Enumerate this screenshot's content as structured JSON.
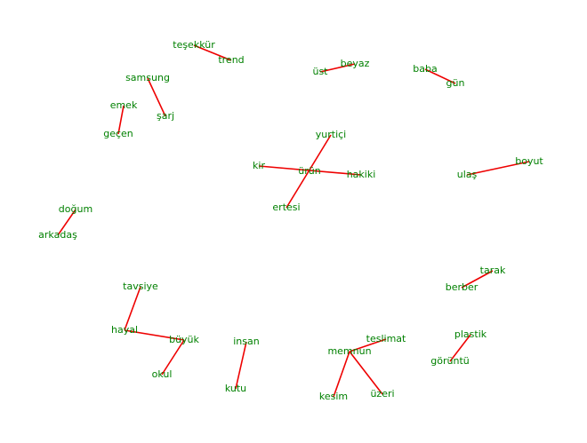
{
  "style": {
    "edge_color": "#ee0000",
    "label_color": "#008000",
    "background": "#ffffff"
  },
  "graph": {
    "nodes": [
      {
        "id": "tesekkur",
        "label": "teşekkür"
      },
      {
        "id": "trend",
        "label": "trend"
      },
      {
        "id": "samsung",
        "label": "samsung"
      },
      {
        "id": "sarj",
        "label": "şarj"
      },
      {
        "id": "emek",
        "label": "emek"
      },
      {
        "id": "gecen",
        "label": "geçen"
      },
      {
        "id": "ust",
        "label": "üst"
      },
      {
        "id": "beyaz",
        "label": "beyaz"
      },
      {
        "id": "baba",
        "label": "baba"
      },
      {
        "id": "gun",
        "label": "gün"
      },
      {
        "id": "yurtici",
        "label": "yurtiçi"
      },
      {
        "id": "kir",
        "label": "kir"
      },
      {
        "id": "urun",
        "label": "ürün"
      },
      {
        "id": "hakiki",
        "label": "hakiki"
      },
      {
        "id": "ertesi",
        "label": "ertesi"
      },
      {
        "id": "boyut",
        "label": "boyut"
      },
      {
        "id": "ulas",
        "label": "ulaş"
      },
      {
        "id": "dogum",
        "label": "doğum"
      },
      {
        "id": "arkadas",
        "label": "arkadaş"
      },
      {
        "id": "tarak",
        "label": "tarak"
      },
      {
        "id": "berber",
        "label": "berber"
      },
      {
        "id": "tavsiye",
        "label": "tavsiye"
      },
      {
        "id": "hayal",
        "label": "hayal"
      },
      {
        "id": "buyuk",
        "label": "büyük"
      },
      {
        "id": "okul",
        "label": "okul"
      },
      {
        "id": "insan",
        "label": "insan"
      },
      {
        "id": "kutu",
        "label": "kutu"
      },
      {
        "id": "teslimat",
        "label": "teslimat"
      },
      {
        "id": "memnun",
        "label": "memnun"
      },
      {
        "id": "kesim",
        "label": "kesim"
      },
      {
        "id": "uzeri",
        "label": "üzeri"
      },
      {
        "id": "plastik",
        "label": "plastik"
      },
      {
        "id": "goruntu",
        "label": "görüntü"
      }
    ],
    "edges": [
      [
        "tesekkur",
        "trend"
      ],
      [
        "samsung",
        "sarj"
      ],
      [
        "emek",
        "gecen"
      ],
      [
        "ust",
        "beyaz"
      ],
      [
        "baba",
        "gun"
      ],
      [
        "yurtici",
        "ertesi"
      ],
      [
        "kir",
        "hakiki"
      ],
      [
        "boyut",
        "ulas"
      ],
      [
        "dogum",
        "arkadas"
      ],
      [
        "tarak",
        "berber"
      ],
      [
        "tavsiye",
        "hayal"
      ],
      [
        "hayal",
        "buyuk"
      ],
      [
        "buyuk",
        "okul"
      ],
      [
        "insan",
        "kutu"
      ],
      [
        "teslimat",
        "memnun"
      ],
      [
        "memnun",
        "kesim"
      ],
      [
        "memnun",
        "uzeri"
      ],
      [
        "plastik",
        "goruntu"
      ]
    ]
  }
}
